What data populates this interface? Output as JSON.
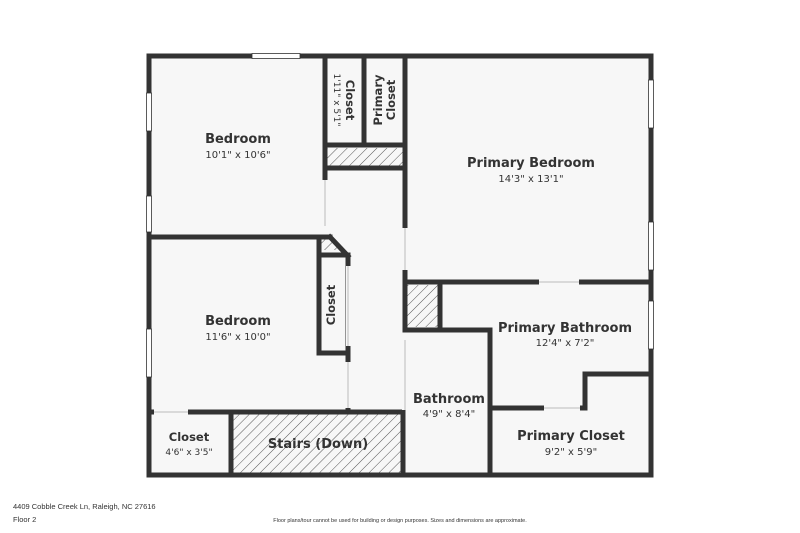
{
  "rooms": {
    "bedroom_top": {
      "name": "Bedroom",
      "dims": "10'1\" x 10'6\""
    },
    "bedroom_bottom": {
      "name": "Bedroom",
      "dims": "11'6\" x 10'0\""
    },
    "closet_small": {
      "name": "Closet",
      "dims": "1'11\" x 5'1\""
    },
    "primary_closet_small": {
      "name_line1": "Primary",
      "name_line2": "Closet"
    },
    "hall_closet": {
      "name": "Closet"
    },
    "primary_bedroom": {
      "name": "Primary Bedroom",
      "dims": "14'3\" x 13'1\""
    },
    "primary_bathroom": {
      "name": "Primary Bathroom",
      "dims": "12'4\" x 7'2\""
    },
    "bathroom": {
      "name": "Bathroom",
      "dims": "4'9\" x 8'4\""
    },
    "primary_closet": {
      "name": "Primary Closet",
      "dims": "9'2\" x 5'9\""
    },
    "closet_bottom": {
      "name": "Closet",
      "dims": "4'6\" x 3'5\""
    },
    "stairs": {
      "name": "Stairs (Down)"
    }
  },
  "footer": {
    "address": "4409 Cobble Creek Ln, Raleigh, NC 27616",
    "floor": "Floor 2",
    "disclaimer": "Floor plans/tour cannot be used for building or design purposes. Sizes and dimensions are approximate."
  },
  "colors": {
    "wall": "#333333",
    "floor": "#f7f7f7",
    "window": "#ffffff"
  }
}
